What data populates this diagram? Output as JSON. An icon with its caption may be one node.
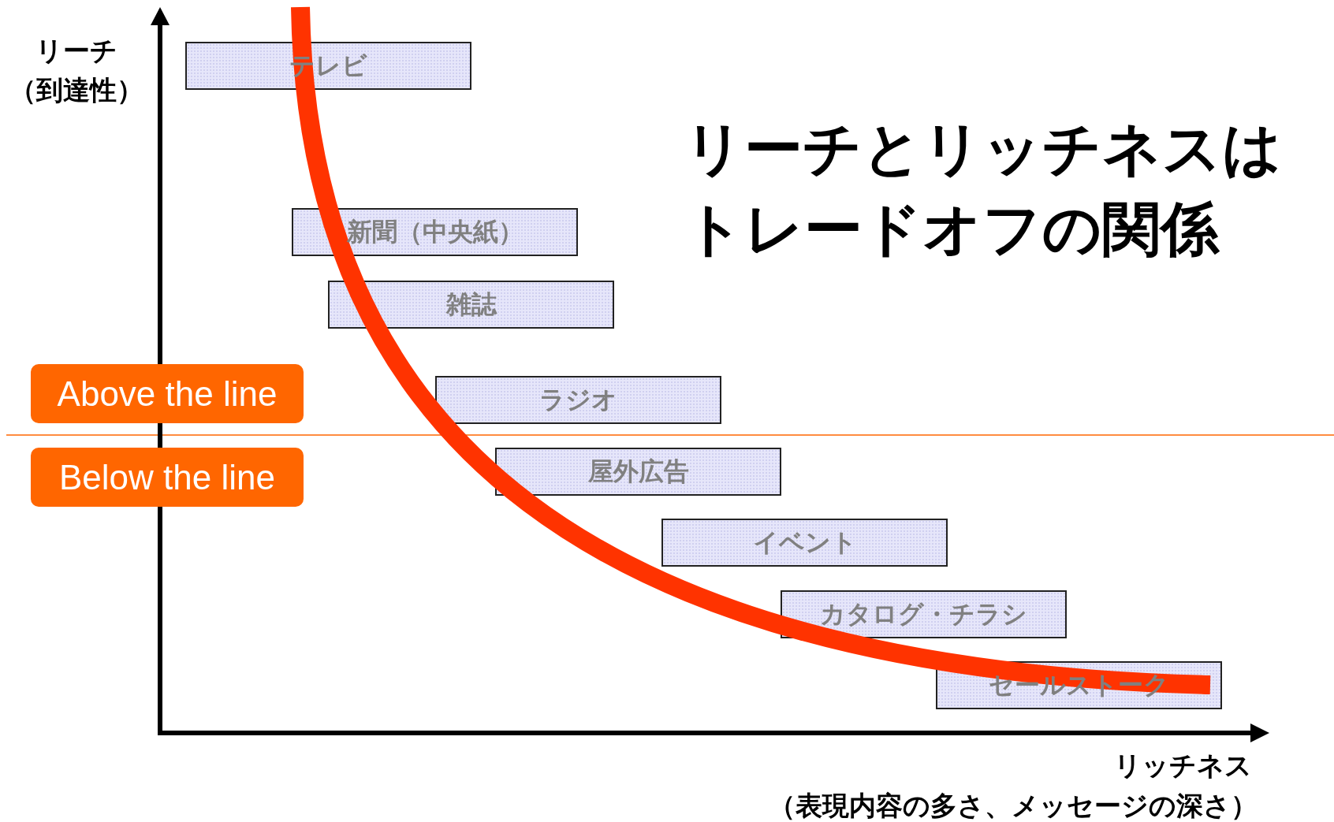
{
  "diagram": {
    "title": "リーチとリッチネスはトレードオフの関係",
    "nodes": [
      {
        "text": [
          "テレビ"
        ]
      },
      {
        "text": [
          "新聞（中央紙）"
        ]
      },
      {
        "text": [
          "雑誌"
        ]
      },
      {
        "text": [
          "ラジオ"
        ]
      },
      {
        "text": [
          "屋外広告"
        ]
      },
      {
        "text": [
          "イベント"
        ]
      },
      {
        "text": [
          "カタログ・チラシ"
        ]
      },
      {
        "text": [
          "セールストーク"
        ]
      },
      {
        "text": [
          "Above the line"
        ]
      },
      {
        "text": [
          "Below the line"
        ]
      }
    ],
    "labels": [
      "リーチ",
      "（到達性）",
      "リッチネス",
      "（表現内容の多さ、メッセージの深さ）"
    ]
  }
}
